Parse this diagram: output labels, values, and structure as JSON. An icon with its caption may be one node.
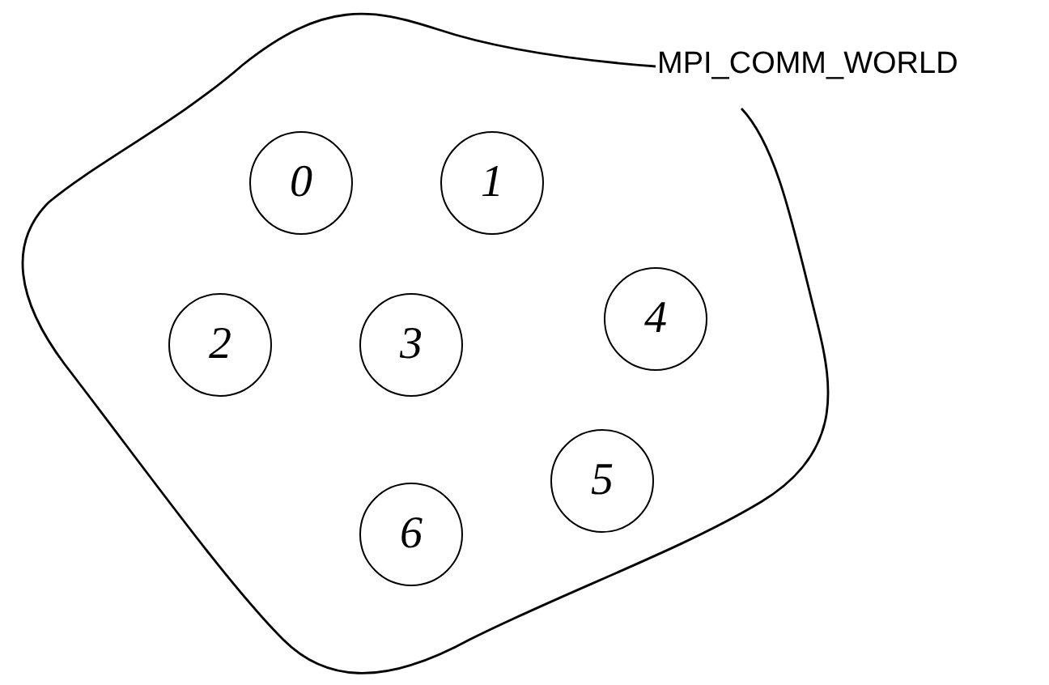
{
  "diagram": {
    "nodes": [
      {
        "text": [
          "MPI_COMM_WORLD"
        ]
      },
      {
        "text": [
          "0"
        ],
        "in": 0
      },
      {
        "text": [
          "1"
        ],
        "in": 0
      },
      {
        "text": [
          "2"
        ],
        "in": 0
      },
      {
        "text": [
          "3"
        ],
        "in": 0
      },
      {
        "text": [
          "4"
        ],
        "in": 0
      },
      {
        "text": [
          "5"
        ],
        "in": 0
      },
      {
        "text": [
          "6"
        ],
        "in": 0
      }
    ]
  }
}
